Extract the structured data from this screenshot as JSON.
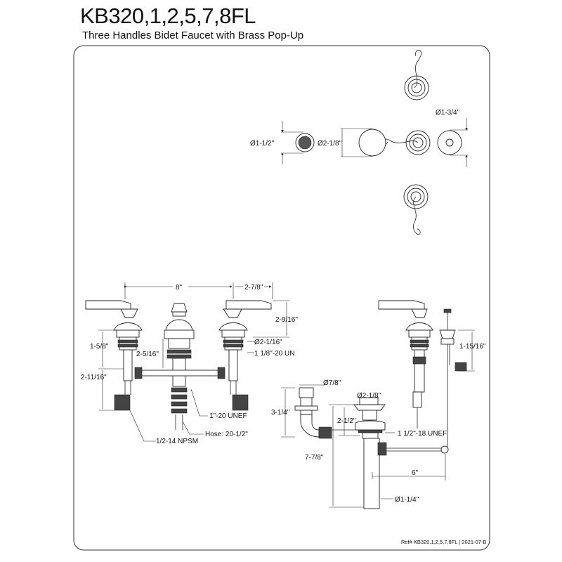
{
  "header": {
    "title": "KB320,1,2,5,7,8FL",
    "subtitle": "Three Handles Bidet Faucet with Brass Pop-Up"
  },
  "dimensions": {
    "aerator_dia": "Ø1-1/2\"",
    "flange_dia": "Ø2-1/8\"",
    "escutcheon_dia": "Ø1-3/4\"",
    "center_spread": "8\"",
    "handle_reach": "2-7/8\"",
    "handle_height": "2-9/16\"",
    "valve_height": "1-5/8\"",
    "spout_height": "2-5/16\"",
    "shank_dia": "Ø2-1/16\"",
    "shank_thread": "1 1/8\"-20 UN",
    "inlet_length": "2-11/16\"",
    "diverter_thread": "1\"-20 UNEF",
    "inlet_thread": "1/2-14 NPSM",
    "hose": "Hose: 20-1/2\"",
    "transfer_dia": "Ø7/8\"",
    "transfer_height": "3-1/4\"",
    "drain_flange_dia": "Ø2-1/8\"",
    "drain_depth": "2-1/2\"",
    "drain_thread": "1 1/2\"-18 UNEF",
    "drain_total": "7-7/8\"",
    "lift_rod": "1-15/16\"",
    "pivot_reach": "6\"",
    "tailpiece_dia": "Ø1-1/4\""
  },
  "footer": {
    "ref": "Ref# KB320,1,2,5,7,8FL | 2021-07-B"
  }
}
